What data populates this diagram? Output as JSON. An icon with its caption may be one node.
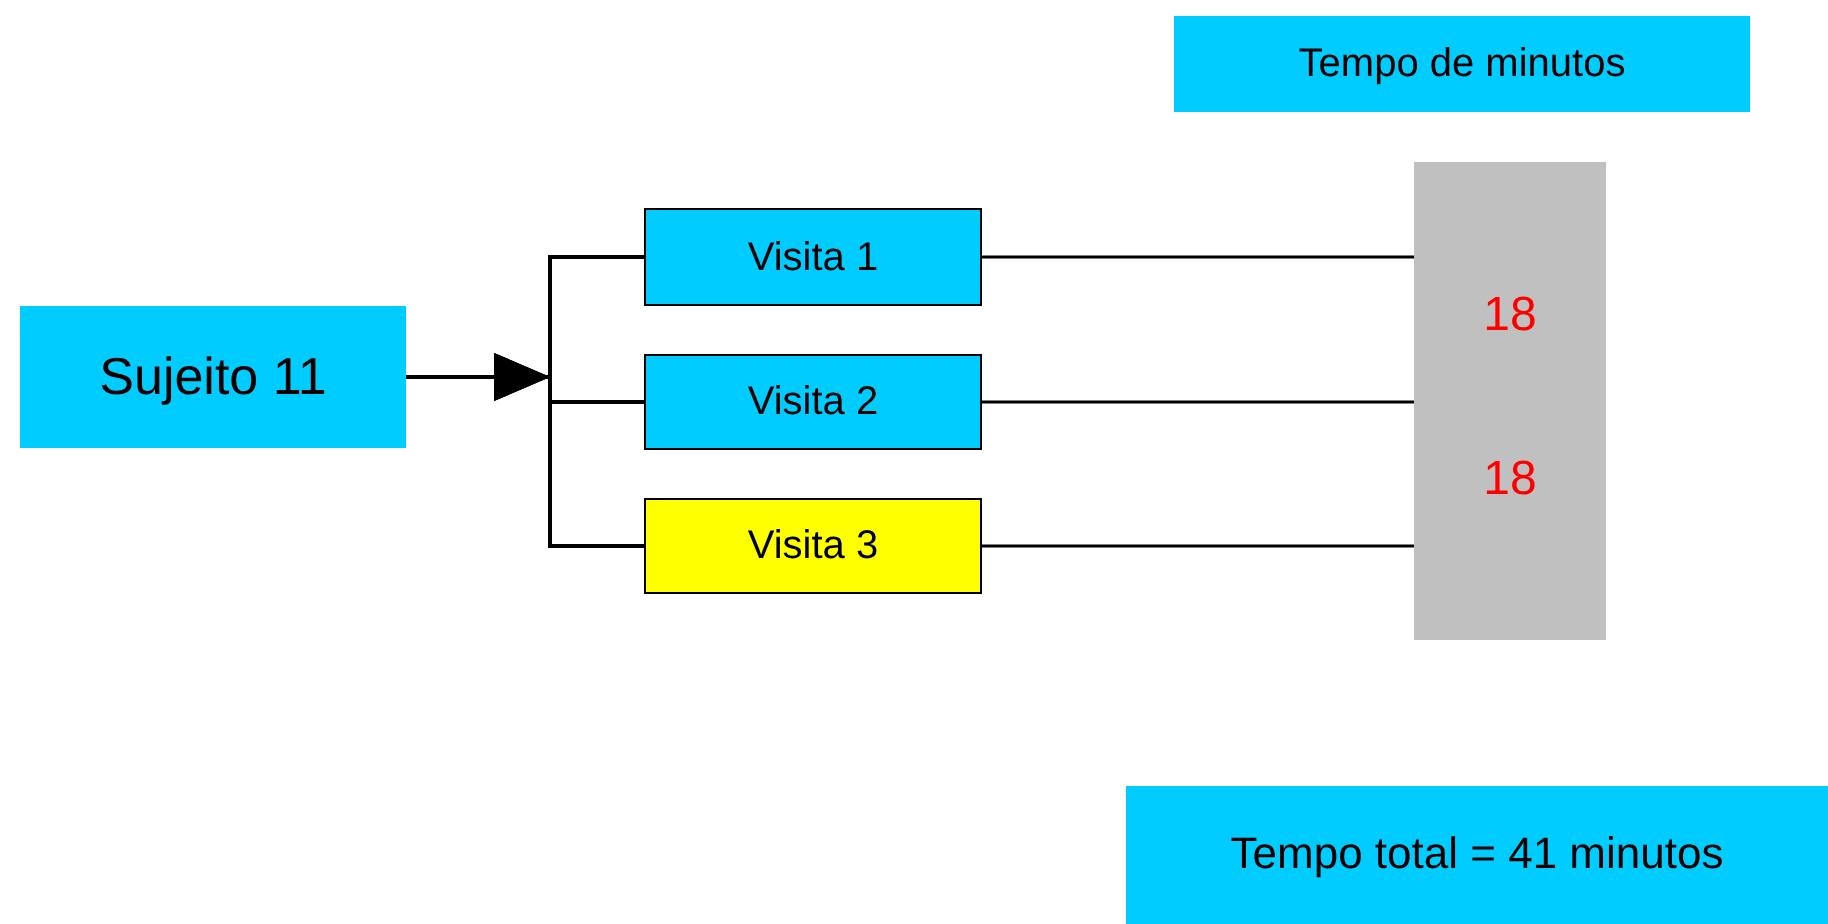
{
  "diagram": {
    "nodes": [
      {
        "text": [
          "Tempo de minutos"
        ]
      },
      {
        "text": [
          "Sujeito 11"
        ]
      },
      {
        "text": [
          "Visita 1"
        ]
      },
      {
        "text": [
          "Visita 2"
        ]
      },
      {
        "text": [
          "Visita 3"
        ]
      },
      {
        "text": [
          "18",
          "18"
        ]
      },
      {
        "text": [
          "Tempo total = 41 minutos"
        ]
      }
    ],
    "edges": [
      {
        "from": 1,
        "to": 2,
        "arrow": "to"
      },
      {
        "from": 1,
        "to": 3,
        "arrow": "to"
      },
      {
        "from": 1,
        "to": 4,
        "arrow": "to"
      },
      {
        "from": 2,
        "to": 5,
        "arrow": "none"
      },
      {
        "from": 3,
        "to": 5,
        "arrow": "none"
      },
      {
        "from": 4,
        "to": 5,
        "arrow": "none"
      }
    ]
  }
}
